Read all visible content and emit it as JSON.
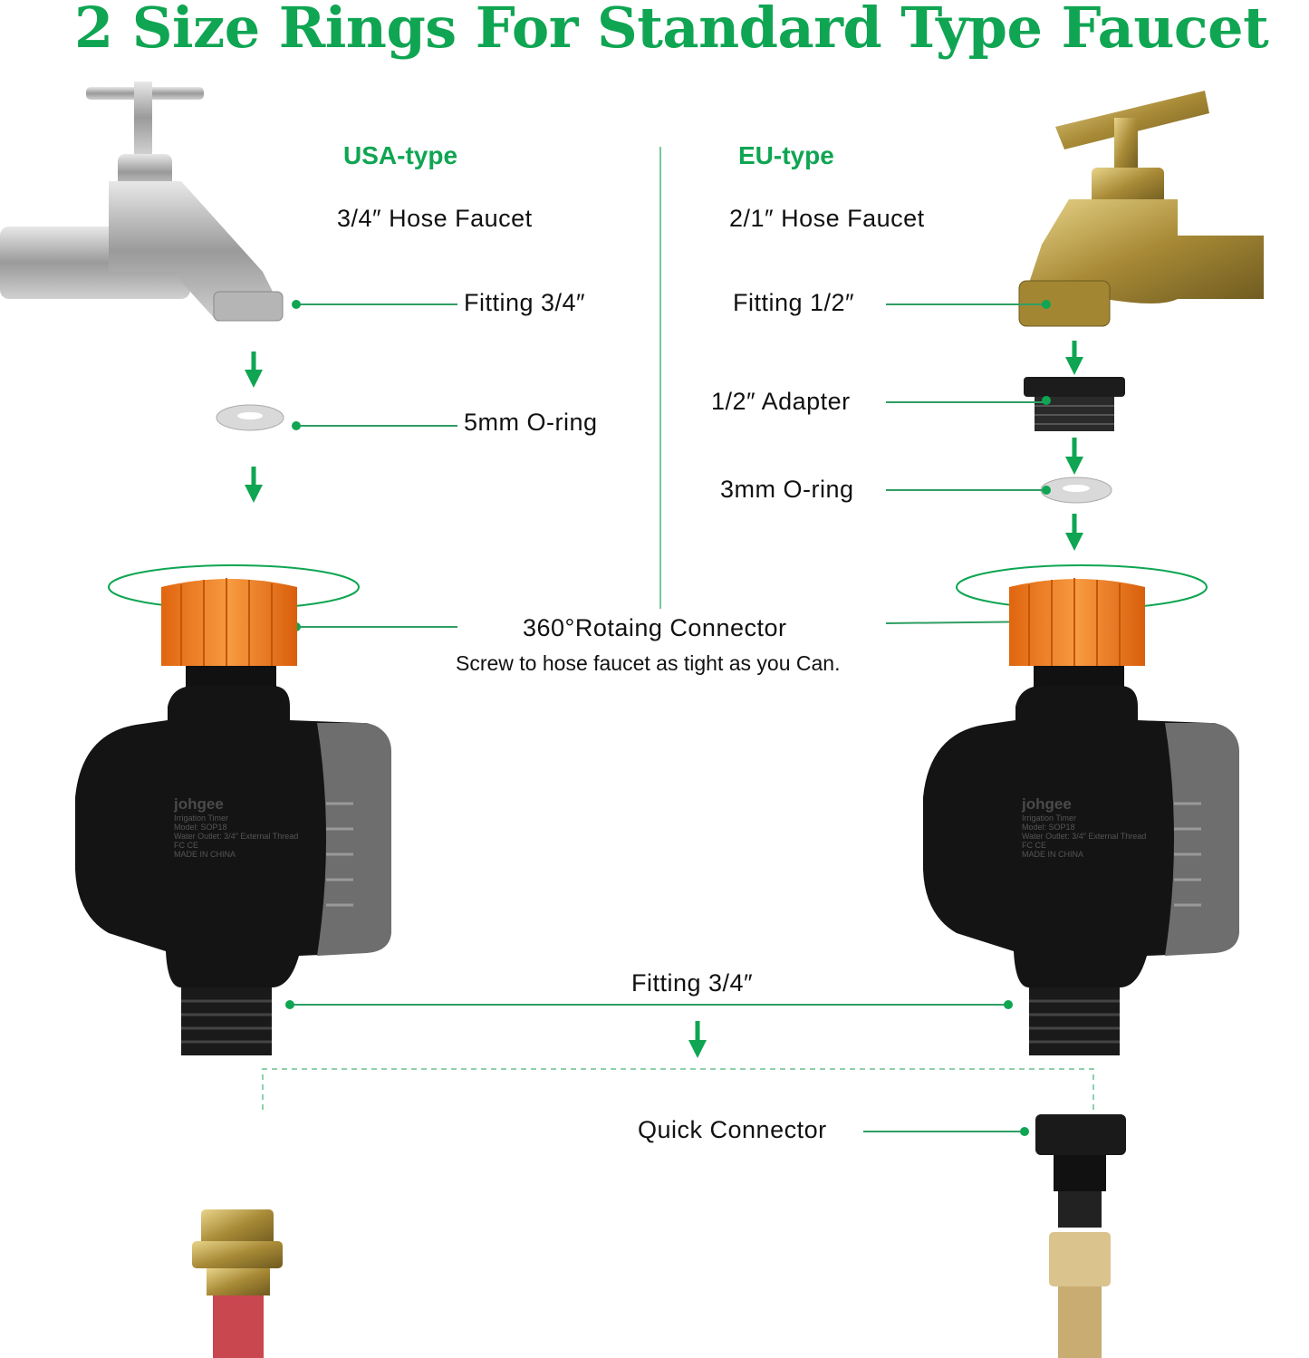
{
  "title": "2 Size Rings For Standard Type Faucet",
  "usa": {
    "heading": "USA-type",
    "faucet": "3/4″ Hose Faucet",
    "fitting": "Fitting 3/4″",
    "oring": "5mm O-ring"
  },
  "eu": {
    "heading": "EU-type",
    "faucet": "2/1″ Hose Faucet",
    "fitting": "Fitting 1/2″",
    "adapter": "1/2″ Adapter",
    "oring": "3mm O-ring"
  },
  "connector": {
    "title": "360°Rotaing Connector",
    "note": "Screw to hose faucet as tight as you Can."
  },
  "outlet_fitting": "Fitting 3/4″",
  "quick_connector": "Quick Connector",
  "timer_label": {
    "brand": "johgee",
    "line1": "Irrigation Timer",
    "line2": "Model: SOP18",
    "line3": "Water Outlet: 3/4″ External Thread",
    "line4": "FC  CE",
    "line5": "MADE IN CHINA"
  },
  "colors": {
    "green": "#0fa552",
    "line": "#2f9e63",
    "orange": "#f07a1a"
  }
}
